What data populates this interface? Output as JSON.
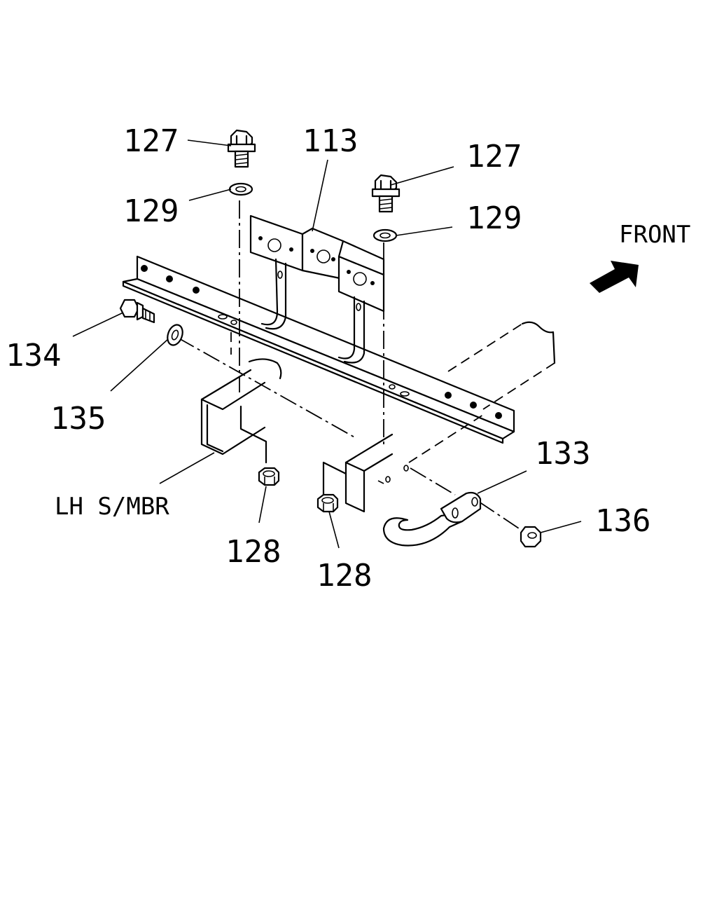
{
  "callouts": {
    "bolt_left": "127",
    "bolt_right": "127",
    "washer_left": "129",
    "washer_right": "129",
    "bracket": "113",
    "bolt_side": "134",
    "washer_side": "135",
    "nut_left": "128",
    "nut_right": "128",
    "hook": "133",
    "nut_hook": "136"
  },
  "labels": {
    "front": "FRONT",
    "side_member": "LH S/MBR"
  },
  "icons": {
    "front_arrow": "arrow-up-right-icon"
  }
}
